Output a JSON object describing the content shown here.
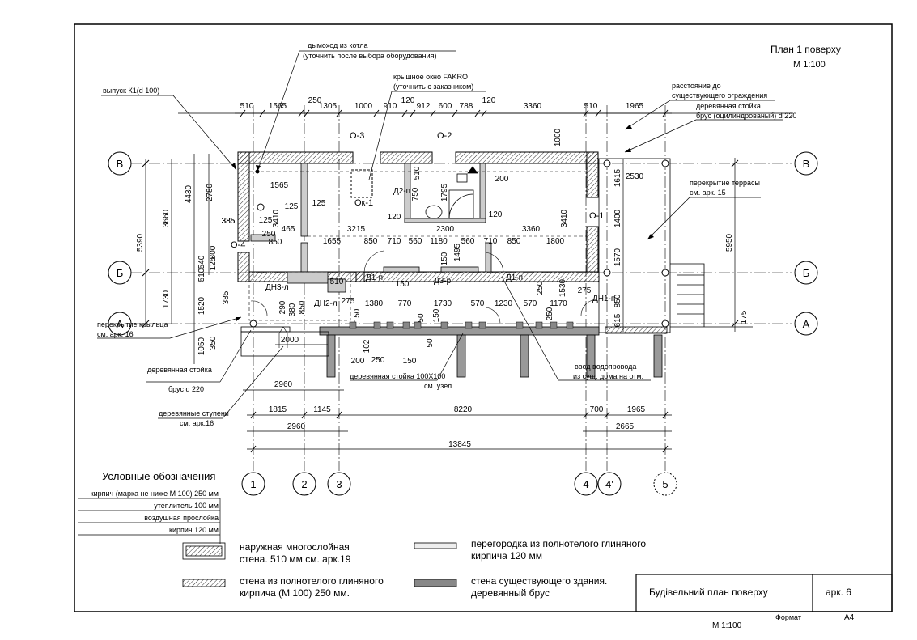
{
  "title": {
    "plan_name": "План 1 поверху",
    "scale": "М 1:100"
  },
  "title_block": {
    "sheet_title": "Будівельний план поверху",
    "sheet_no": "арк. 6",
    "format_label": "Формат",
    "format_value": "А4",
    "scale": "М 1:100"
  },
  "top_dims": [
    "510",
    "1565",
    "250",
    "1305",
    "1000",
    "910",
    "120",
    "912",
    "600",
    "788",
    "120",
    "3360",
    "510",
    "1965"
  ],
  "bottom_dims": [
    "1815",
    "1145",
    "8220",
    "700",
    "1965"
  ],
  "bottom_dims2": [
    "2960",
    "2665"
  ],
  "bottom_total": "13845",
  "left_dims": [
    "2780",
    "3660",
    "4430",
    "5390",
    "1730",
    "1520",
    "1050",
    "350",
    "510",
    "540",
    "800",
    "125",
    "385",
    "385"
  ],
  "right_dims": [
    "5950",
    "1615",
    "1400",
    "1570",
    "850",
    "615",
    "175"
  ],
  "axes_letters": [
    "В",
    "Б",
    "А"
  ],
  "axes_numbers": [
    "1",
    "2",
    "3",
    "4",
    "4'",
    "5"
  ],
  "interior_dims": [
    "1565",
    "125",
    "125",
    "125",
    "3410",
    "385",
    "250",
    "465",
    "850",
    "3215",
    "1655",
    "850",
    "710",
    "560",
    "1180",
    "560",
    "710",
    "850",
    "1800",
    "3360",
    "2300",
    "120",
    "120",
    "200",
    "750",
    "1795",
    "510",
    "2530",
    "3410",
    "1000",
    "510",
    "150",
    "1380",
    "770",
    "1730",
    "570",
    "1230",
    "570",
    "1170",
    "275",
    "275",
    "150",
    "50",
    "150",
    "250",
    "150",
    "250",
    "102",
    "200",
    "50",
    "380",
    "850",
    "290",
    "1530",
    "250",
    "150",
    "1495",
    "2000",
    "2960"
  ],
  "marks": [
    "О-3",
    "О-2",
    "О-1",
    "О-4",
    "Ок-1",
    "Д2-п",
    "Д1-п",
    "Д1-п",
    "Д3-р",
    "ДН3-л",
    "ДН2-л",
    "ДН1-п"
  ],
  "callouts": {
    "chimney_1": "дымоход из котла",
    "chimney_2": "(уточнить после выбора оборудования)",
    "roof_window_1": "крышное окно FAKRO",
    "roof_window_2": "(уточнить с заказчиком)",
    "outlet": "выпуск К1(d 100)",
    "fence_1": "расстояние до",
    "fence_2": "существующего ограждения",
    "post_1": "деревянная стойка",
    "post_2": "брус (оцилиндрованый) d 220",
    "terrace_1": "перекрытие террасы",
    "terrace_2": "см. арк. 15",
    "porch_1": "перекрытие крыльца",
    "porch_2": "см. арк. 16",
    "post3_1": "деревянная стойка",
    "post3_2": "брус d 220",
    "post4_1": "деревянная стойка 100Х100",
    "post4_2": "см. узел",
    "water_1": "ввод водопровода",
    "water_2": "из сущ. дома на отм.",
    "steps_1": "деревянные ступени",
    "steps_2": "см. арк.16"
  },
  "legend": {
    "title": "Условные обозначения",
    "layers": [
      "кирпич (марка не ниже М 100) 250 мм",
      "утеплитель 100 мм",
      "воздушная прослойка",
      "кирпич 120 мм"
    ],
    "items": [
      {
        "line1": "наружная многослойная",
        "line2": "стена. 510 мм см. арк.19"
      },
      {
        "line1": "перегородка из полнотелого глиняного",
        "line2": "кирпича 120 мм"
      },
      {
        "line1": "стена из полнотелого глиняного",
        "line2": "кирпича (М 100) 250 мм."
      },
      {
        "line1": "стена существующего здания.",
        "line2": "деревянный брус"
      }
    ]
  }
}
